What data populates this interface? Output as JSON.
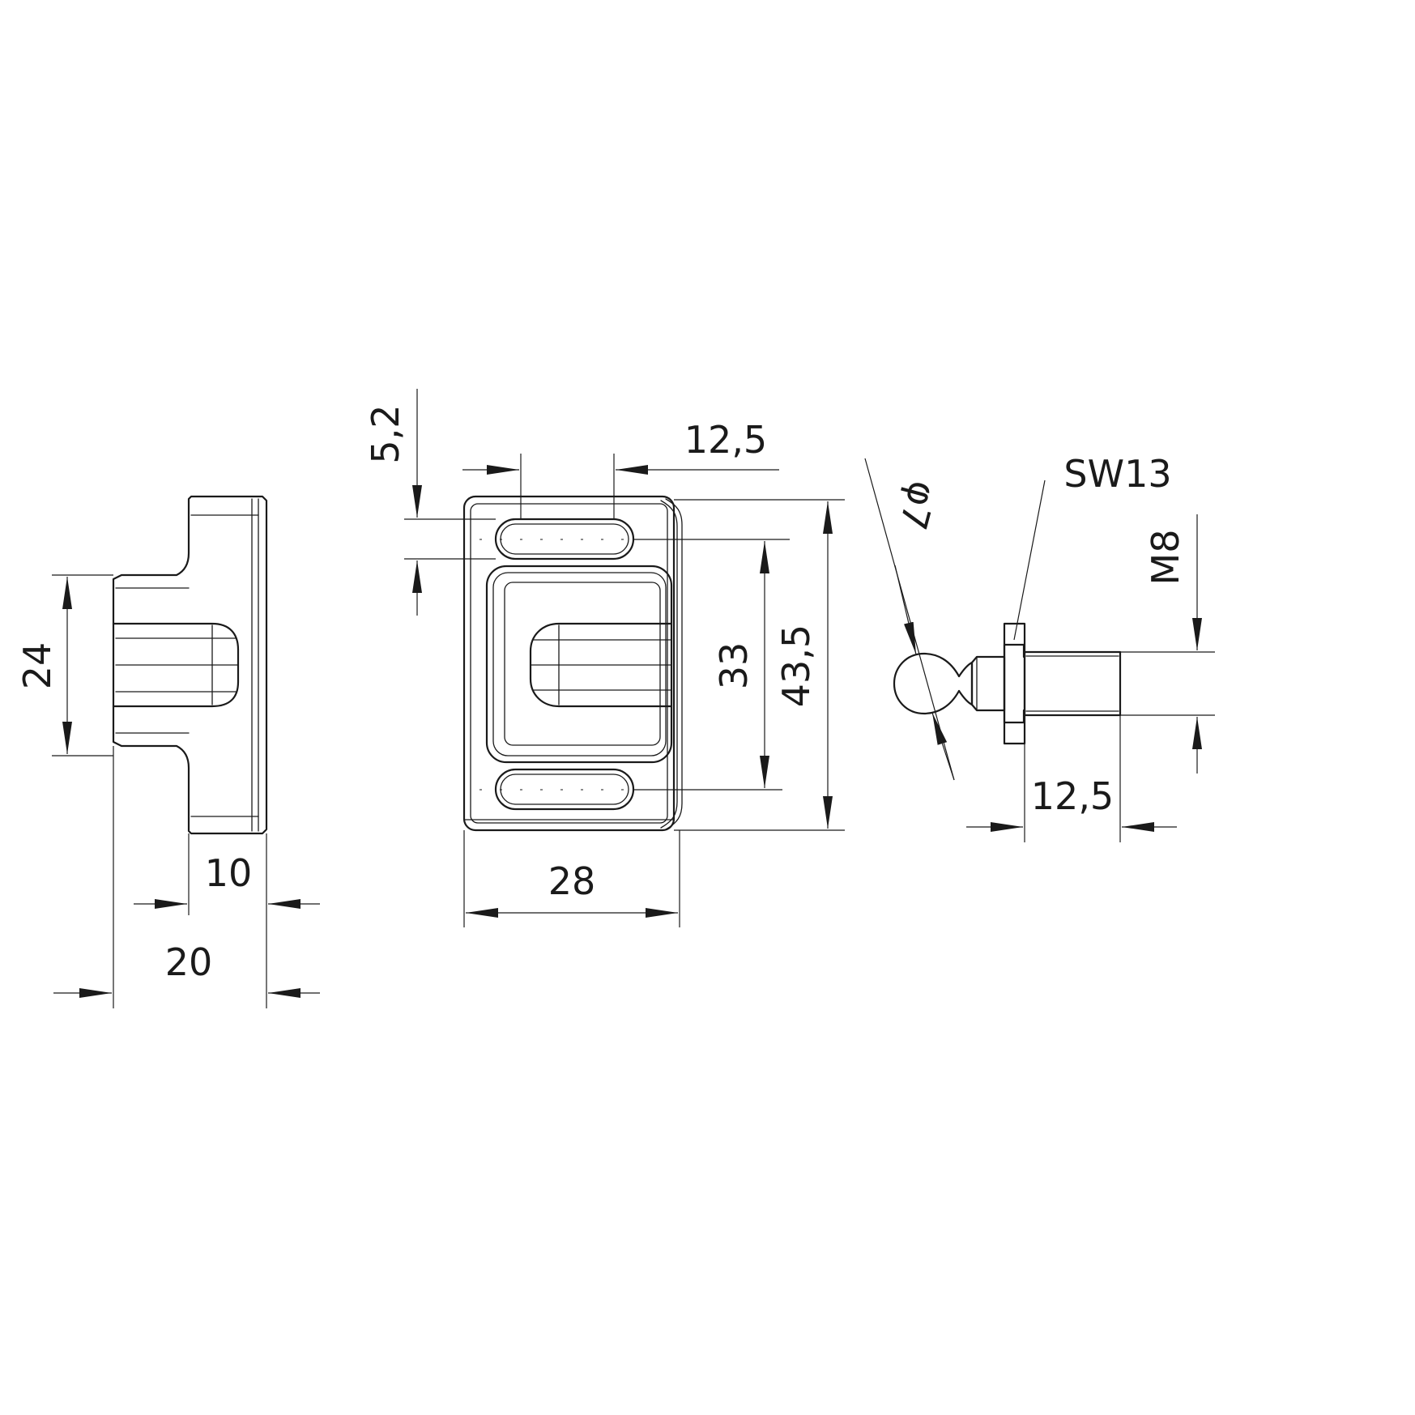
{
  "dimensions": {
    "side_view": {
      "height": "24",
      "depth_short": "10",
      "depth_total": "20"
    },
    "front_view": {
      "slot_offset": "5,2",
      "slot_length": "12,5",
      "hole_spacing": "33",
      "height": "43,5",
      "width": "28"
    },
    "ball_stud": {
      "ball_diameter": "φ7",
      "wrench_size": "SW13",
      "thread": "M8",
      "thread_length": "12,5"
    }
  },
  "icons": {
    "arrow": "arrowhead"
  }
}
